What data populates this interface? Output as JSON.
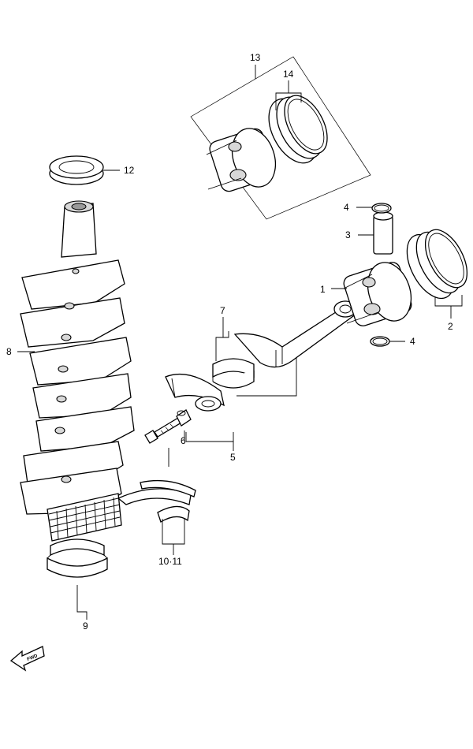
{
  "callouts": {
    "c1": "1",
    "c2": "2",
    "c3": "3",
    "c4a": "4",
    "c4b": "4",
    "c5": "5",
    "c6": "6",
    "c7": "7",
    "c8": "8",
    "c9": "9",
    "c1011": "10·11",
    "c12": "12",
    "c13": "13",
    "c14": "14"
  },
  "fwd_badge": "FWD",
  "colors": {
    "ink": "#000000",
    "paper": "#ffffff",
    "shade": "#d8d8d8"
  },
  "icons": [
    "fwd-arrow-icon"
  ]
}
